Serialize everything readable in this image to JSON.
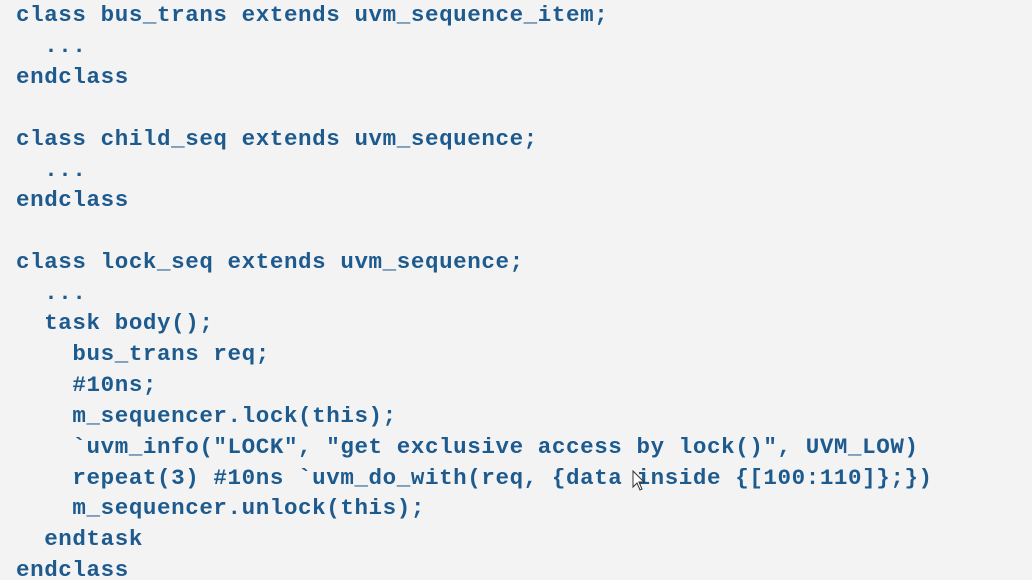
{
  "code": {
    "lines": [
      "class bus_trans extends uvm_sequence_item;",
      "  ...",
      "endclass",
      "",
      "class child_seq extends uvm_sequence;",
      "  ...",
      "endclass",
      "",
      "class lock_seq extends uvm_sequence;",
      "  ...",
      "  task body();",
      "    bus_trans req;",
      "    #10ns;",
      "    m_sequencer.lock(this);",
      "    `uvm_info(\"LOCK\", \"get exclusive access by lock()\", UVM_LOW)",
      "    repeat(3) #10ns `uvm_do_with(req, {data inside {[100:110]};})",
      "    m_sequencer.unlock(this);",
      "  endtask",
      "endclass"
    ]
  },
  "colors": {
    "background": "#f3f3f3",
    "code_text": "#1d5a8e"
  },
  "icons": {
    "cursor": "mouse-pointer-icon"
  }
}
